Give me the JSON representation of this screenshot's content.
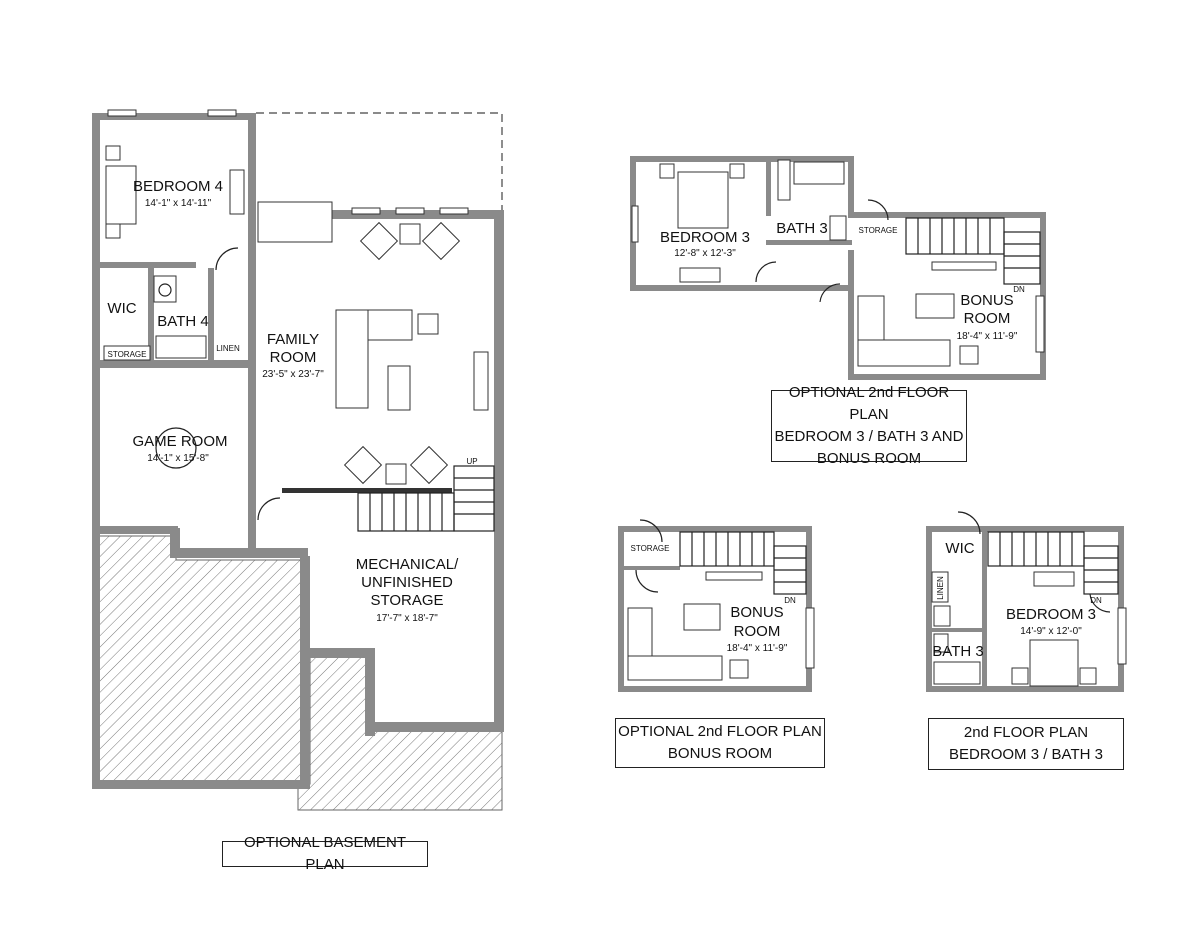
{
  "basement": {
    "caption": "OPTIONAL BASEMENT PLAN",
    "rooms": {
      "bedroom4": {
        "name": "BEDROOM 4",
        "dims": "14'-1\" x 14'-11\""
      },
      "wic": {
        "name": "WIC"
      },
      "bath4": {
        "name": "BATH 4"
      },
      "storage": {
        "name": "STORAGE"
      },
      "linen": {
        "name": "LINEN"
      },
      "family": {
        "name1": "FAMILY",
        "name2": "ROOM",
        "dims": "23'-5\" x 23'-7\""
      },
      "game": {
        "name": "GAME ROOM",
        "dims": "14'-1\" x 15'-8\""
      },
      "mech": {
        "name1": "MECHANICAL/",
        "name2": "UNFINISHED",
        "name3": "STORAGE",
        "dims": "17'-7\" x 18'-7\""
      },
      "up": "UP"
    }
  },
  "opt_full": {
    "caption1": "OPTIONAL 2nd FLOOR PLAN",
    "caption2": "BEDROOM 3 / BATH 3 AND",
    "caption3": "BONUS ROOM",
    "rooms": {
      "bedroom3": {
        "name": "BEDROOM 3",
        "dims": "12'-8\" x 12'-3\""
      },
      "bath3": {
        "name": "BATH 3"
      },
      "storage": {
        "name": "STORAGE"
      },
      "bonus": {
        "name1": "BONUS",
        "name2": "ROOM",
        "dims": "18'-4\" x 11'-9\""
      },
      "dn": "DN"
    }
  },
  "opt_bonus": {
    "caption1": "OPTIONAL 2nd FLOOR PLAN",
    "caption2": "BONUS ROOM",
    "rooms": {
      "storage": {
        "name": "STORAGE"
      },
      "bonus": {
        "name1": "BONUS",
        "name2": "ROOM",
        "dims": "18'-4\" x 11'-9\""
      },
      "dn": "DN"
    }
  },
  "std": {
    "caption1": "2nd FLOOR PLAN",
    "caption2": "BEDROOM 3 / BATH 3",
    "rooms": {
      "wic": {
        "name": "WIC"
      },
      "linen": {
        "name": "LINEN"
      },
      "bedroom3": {
        "name": "BEDROOM 3",
        "dims": "14'-9\" x 12'-0\""
      },
      "bath3": {
        "name": "BATH 3"
      },
      "dn": "DN"
    }
  },
  "colors": {
    "wall": "#8a8a8a",
    "line": "#222222",
    "background": "#ffffff"
  }
}
